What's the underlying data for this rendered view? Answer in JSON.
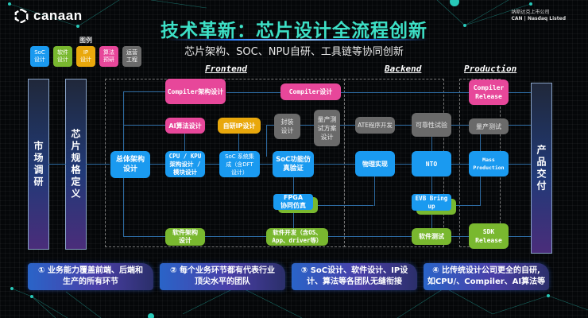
{
  "header": {
    "logo_text": "canaan",
    "listed_line1": "纳斯达克上市公司",
    "listed_line2": "CAN | Nasdaq Listed",
    "title": "技术革新：芯片设计全流程创新",
    "subtitle": "芯片架构、SOC、NPU自研、工具链等协同创新"
  },
  "legend": {
    "title": "图例",
    "items": [
      {
        "label_1": "SoC",
        "label_2": "设计",
        "color": "#1a9af0"
      },
      {
        "label_1": "软件",
        "label_2": "设计",
        "color": "#79b82f"
      },
      {
        "label_1": "IP",
        "label_2": "设计",
        "color": "#e9a80c"
      },
      {
        "label_1": "算法",
        "label_2": "预研",
        "color": "#e7479a"
      },
      {
        "label_1": "运营",
        "label_2": "工程",
        "color": "#6a6a6a"
      }
    ]
  },
  "pillars": {
    "market": "市场调研",
    "spec": "芯片规格定义",
    "delivery": "产品交付"
  },
  "phases": {
    "frontend": "Frontend",
    "backend": "Backend",
    "production": "Production"
  },
  "nodes": {
    "overall_arch": "总体架构\n设计",
    "compiler_arch": "Compiler架构设计",
    "compiler_design": "Compiler设计",
    "ai_algo": "AI算法设计",
    "own_ip": "自研IP设计",
    "package": "封装\n设计",
    "mass_test_plan": "量产测\n试方案\n设计",
    "cpu_kpu": "CPU / KPU\n架构设计 /\n模块设计",
    "soc_integration": "SoC 系统集\n成（含DFT\n设计）",
    "soc_verify": "SoC功能仿\n真验证",
    "fpga": "FPGA\n协同仿真",
    "sw_arch": "软件架构\n设计",
    "sw_dev": "软件开发（含OS、\nApp、driver等）",
    "ate": "ATE程序开发",
    "reliability": "可靠性试验",
    "physical": "物理实现",
    "nto": "NTO",
    "evb": "EVB Bring\nup",
    "sw_test": "软件测试",
    "compiler_release": "Compiler\nRelease",
    "mass_test": "量产测试",
    "mass_production": "Mass\nProduction",
    "sdk_release": "SDK\nRelease"
  },
  "cards": [
    "① 业务能力覆盖前端、后端和\n生产的所有环节",
    "② 每个业务环节都有代表行业\n顶尖水平的团队",
    "③ SoC设计、软件设计、IP设\n计、算法等各团队无缝衔接",
    "④ 比传统设计公司更全的自研,\n如CPU/、Compiler、AI算法等"
  ],
  "colors": {
    "soc": "#1a9af0",
    "software": "#79b82f",
    "ip": "#e9a80c",
    "algorithm": "#e7479a",
    "ops": "#6a6a6a",
    "title": "#3de0c6"
  }
}
